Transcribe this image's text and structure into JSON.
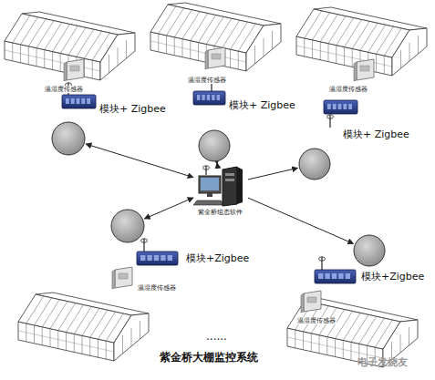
{
  "diagram": {
    "title": "紫金桥大棚监控系统",
    "nodes": [
      {
        "text": [
          "温湿度传感器",
          "模块+ Zigbee"
        ]
      },
      {
        "text": [
          "温湿度传感器",
          "模块+ Zigbee"
        ]
      },
      {
        "text": [
          "温湿度传感器",
          "模块+ Zigbee"
        ]
      },
      {
        "text": [
          "紫金桥组态软件"
        ]
      },
      {
        "text": [
          "温湿度传感器",
          "模块+Zigbee"
        ]
      },
      {
        "text": [
          "温湿度传感器",
          "模块+Zigbee"
        ]
      }
    ],
    "edges": [
      {
        "from": 3,
        "to": 0,
        "arrow": "both"
      },
      {
        "from": 3,
        "to": 1,
        "arrow": "both"
      },
      {
        "from": 3,
        "to": 2,
        "arrow": "to"
      },
      {
        "from": 3,
        "to": 4,
        "arrow": "both"
      },
      {
        "from": 3,
        "to": 5,
        "arrow": "to"
      }
    ],
    "labels": [
      "......",
      "电子发烧友"
    ]
  }
}
